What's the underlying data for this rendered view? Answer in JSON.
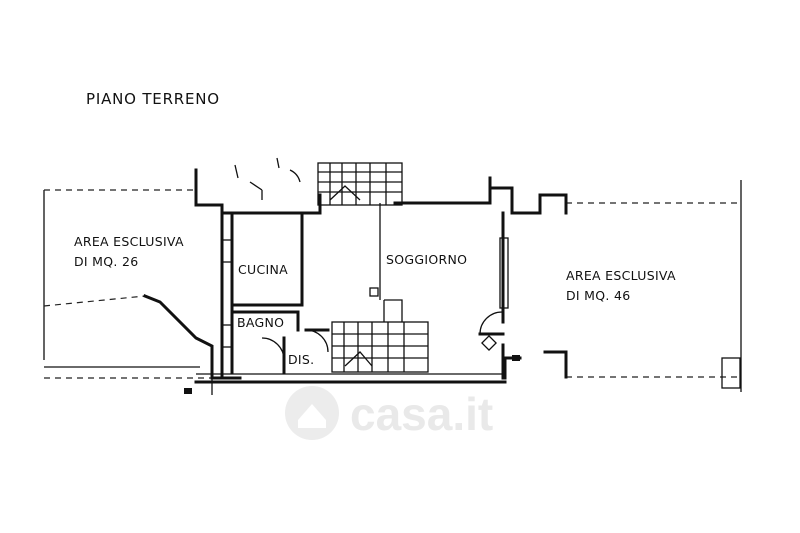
{
  "title": "PIANO TERRENO",
  "rooms": {
    "area_left_line1": "AREA ESCLUSIVA",
    "area_left_line2": "DI MQ. 26",
    "cucina": "CUCINA",
    "soggiorno": "SOGGIORNO",
    "bagno": "BAGNO",
    "dis": "DIS.",
    "area_right_line1": "AREA ESCLUSIVA",
    "area_right_line2": "DI MQ. 46"
  },
  "watermark": {
    "text": "casa.it",
    "color": "#e6e6e6"
  }
}
